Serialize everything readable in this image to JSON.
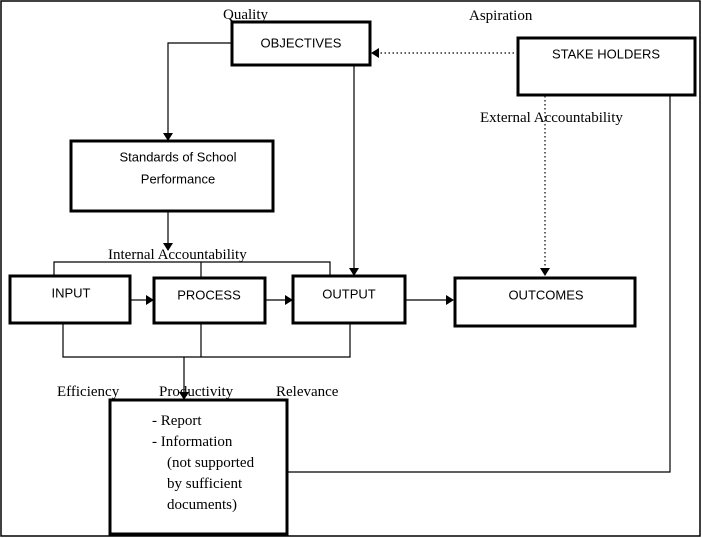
{
  "nodes": {
    "objectives": "OBJECTIVES",
    "stakeholders": "STAKE HOLDERS",
    "standards_line1": "Standards of School",
    "standards_line2": "Performance",
    "input": "INPUT",
    "process": "PROCESS",
    "output": "OUTPUT",
    "outcomes": "OUTCOMES"
  },
  "labels": {
    "quality": "Quality",
    "aspiration": "Aspiration",
    "external_accountability": "External Accountability",
    "internal_accountability": "Internal Accountability",
    "efficiency": "Efficiency",
    "productivity": "Productivity",
    "relevance": "Relevance"
  },
  "report_box": {
    "line1": "-  Report",
    "line2": "-  Information",
    "line3": "(not supported",
    "line4": "by sufficient",
    "line5": "documents)"
  }
}
